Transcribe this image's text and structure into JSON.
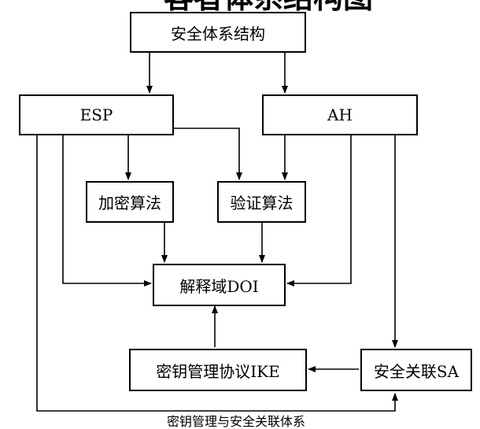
{
  "top_title_partial": "客者体系结构图",
  "bottom_caption_partial": "密钥管理与安全关联体系",
  "nodes": {
    "security_architecture": "安全体系结构",
    "esp": "ESP",
    "ah": "AH",
    "encryption_algorithm": "加密算法",
    "authentication_algorithm": "验证算法",
    "doi": "解释域DOI",
    "ike": "密钥管理协议IKE",
    "sa": "安全关联SA"
  }
}
